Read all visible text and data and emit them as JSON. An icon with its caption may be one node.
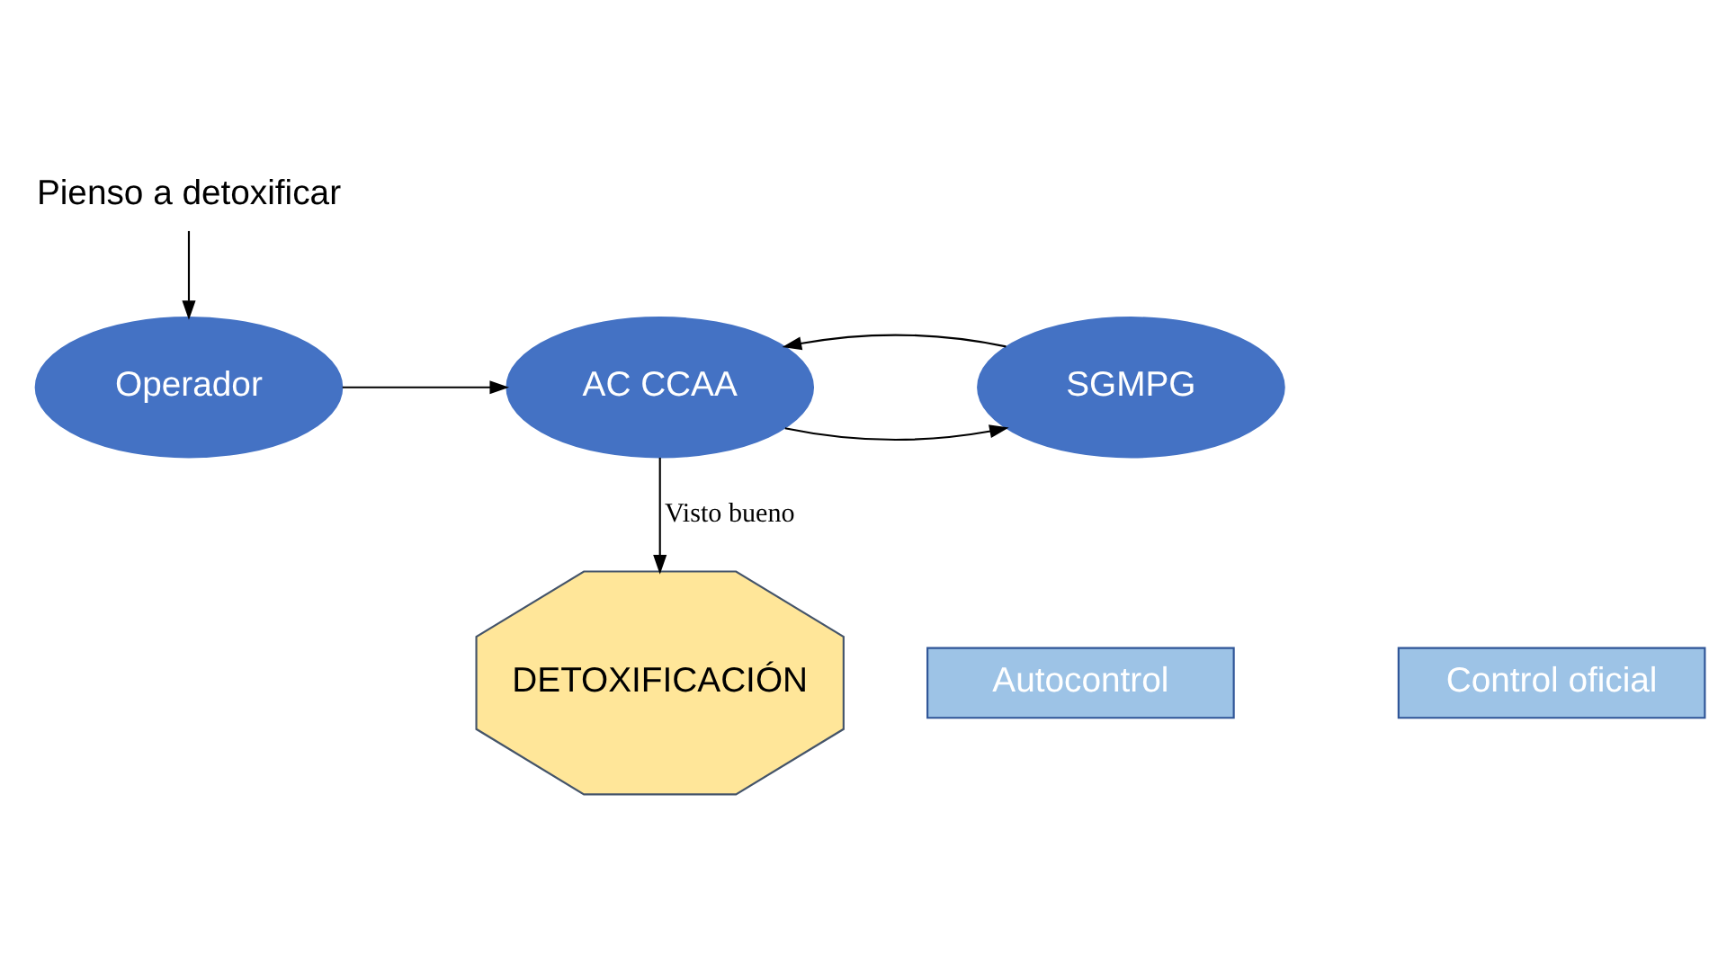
{
  "diagram": {
    "nodes": [
      {
        "text": [
          "Pienso a detoxificar"
        ]
      },
      {
        "text": [
          "Operador"
        ]
      },
      {
        "text": [
          "AC CCAA"
        ]
      },
      {
        "text": [
          "SGMPG"
        ]
      },
      {
        "text": [
          "DETOXIFICACIÓN"
        ]
      },
      {
        "text": [
          "Autocontrol"
        ]
      },
      {
        "text": [
          "Control oficial"
        ]
      }
    ],
    "edges": [
      {
        "from": 0,
        "to": 1,
        "arrow": "to"
      },
      {
        "from": 1,
        "to": 2,
        "arrow": "to"
      },
      {
        "from": 2,
        "to": 3,
        "arrow": "to"
      },
      {
        "from": 3,
        "to": 2,
        "arrow": "to"
      },
      {
        "from": 2,
        "to": 4,
        "arrow": "to",
        "label": "Visto bueno"
      }
    ]
  }
}
